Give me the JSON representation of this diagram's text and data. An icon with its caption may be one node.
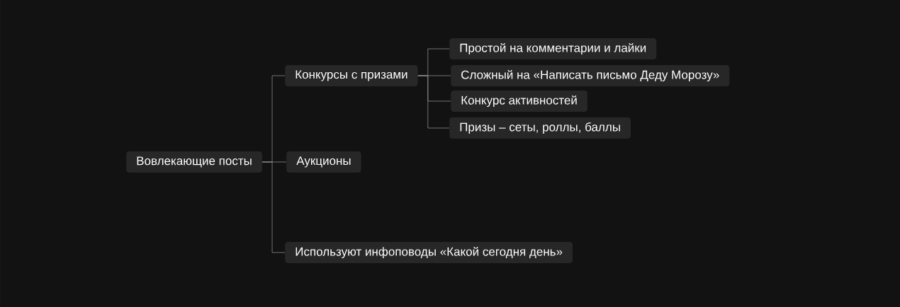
{
  "diagram": {
    "nodes": [
      {
        "text": [
          "Вовлекающие посты"
        ]
      },
      {
        "text": [
          "Конкурсы с призами"
        ]
      },
      {
        "text": [
          "Аукционы"
        ]
      },
      {
        "text": [
          "Используют инфоповоды «Какой сегодня день»"
        ]
      },
      {
        "text": [
          "Простой на комментарии и лайки"
        ]
      },
      {
        "text": [
          "Сложный на «Написать письмо Деду Морозу»"
        ]
      },
      {
        "text": [
          "Конкурс активностей"
        ]
      },
      {
        "text": [
          "Призы – сеты, роллы, баллы"
        ]
      }
    ],
    "edges": [
      {
        "from": 0,
        "to": 1,
        "arrow": "none"
      },
      {
        "from": 0,
        "to": 2,
        "arrow": "none"
      },
      {
        "from": 0,
        "to": 3,
        "arrow": "none"
      },
      {
        "from": 1,
        "to": 4,
        "arrow": "none"
      },
      {
        "from": 1,
        "to": 5,
        "arrow": "none"
      },
      {
        "from": 1,
        "to": 6,
        "arrow": "none"
      },
      {
        "from": 1,
        "to": 7,
        "arrow": "none"
      }
    ]
  }
}
